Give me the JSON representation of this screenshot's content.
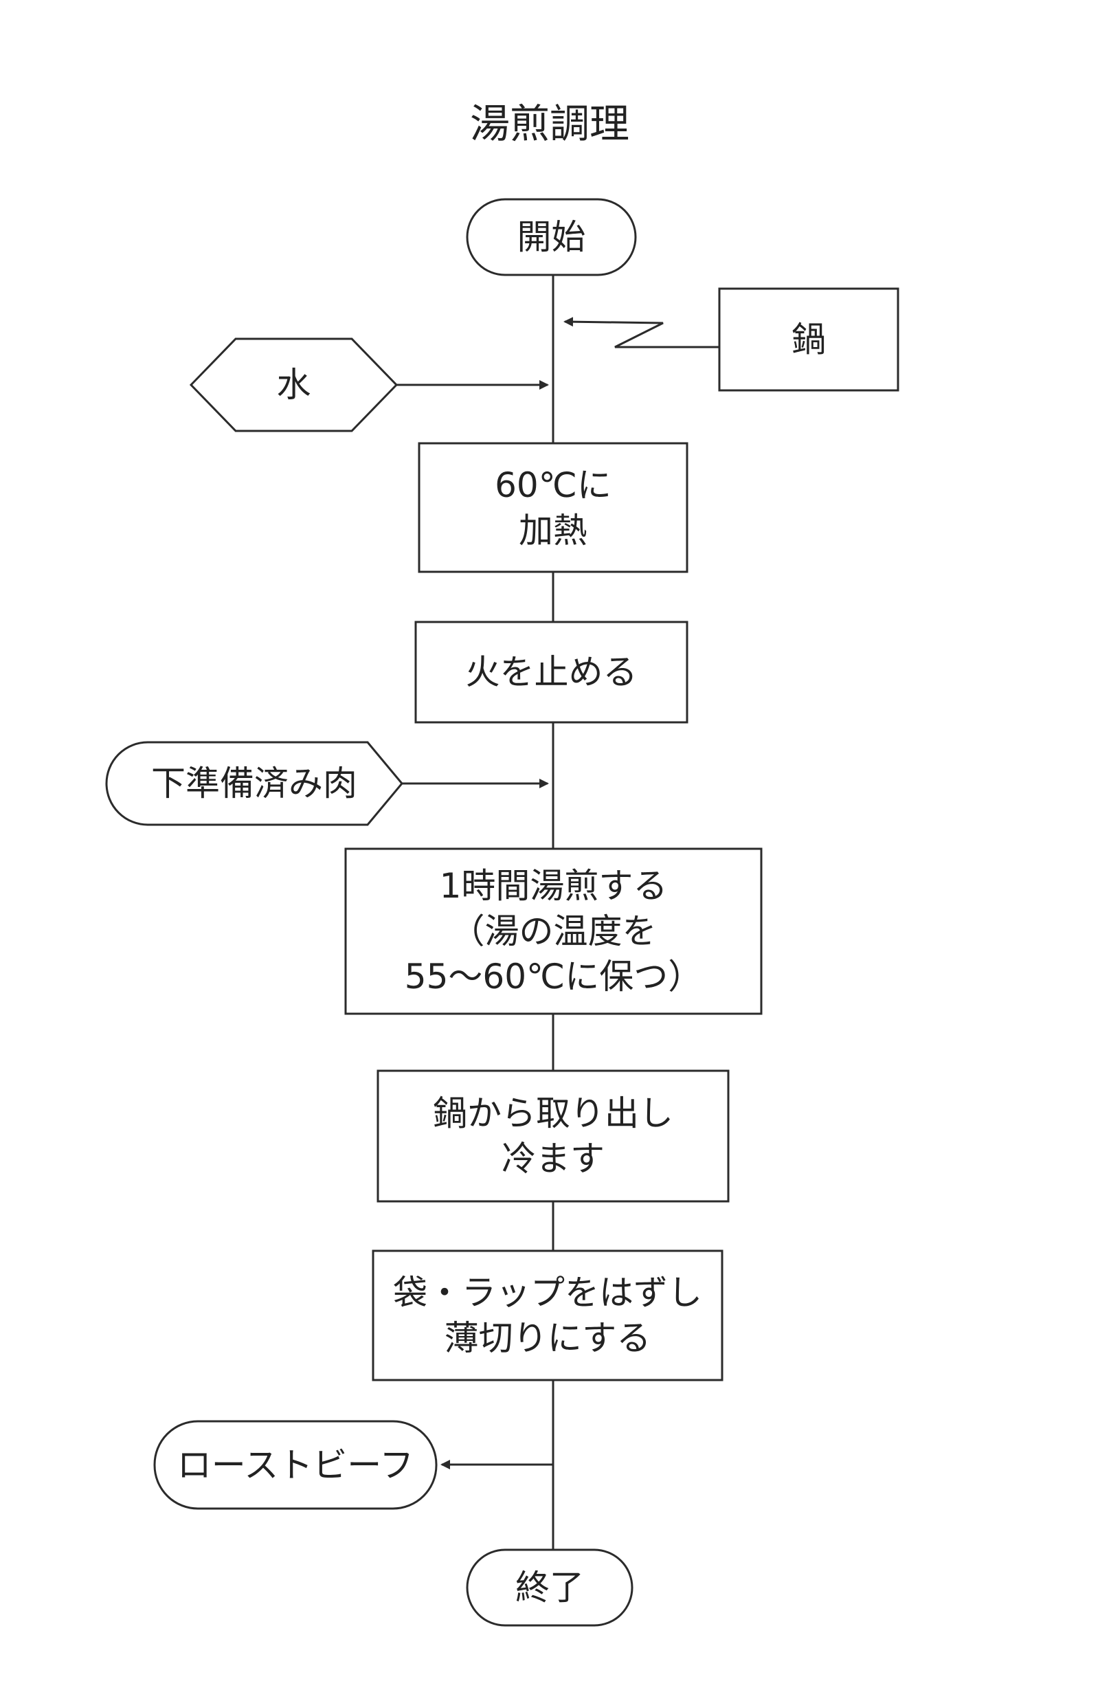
{
  "diagram": {
    "title": "湯煎調理",
    "nodes": {
      "start": "開始",
      "pot": "鍋",
      "water": "水",
      "heat": "60℃に\n加熱",
      "stop_fire": "火を止める",
      "meat": "下準備済み肉",
      "simmer": "1時間湯煎する\n（湯の温度を\n55～60℃に保つ）",
      "remove": "鍋から取り出し\n冷ます",
      "slice": "袋・ラップをはずし\n薄切りにする",
      "roast_beef": "ローストビーフ",
      "end": "終了"
    },
    "colors": {
      "line": "#2b2b2b",
      "text": "#222222",
      "fill": "#ffffff"
    }
  }
}
